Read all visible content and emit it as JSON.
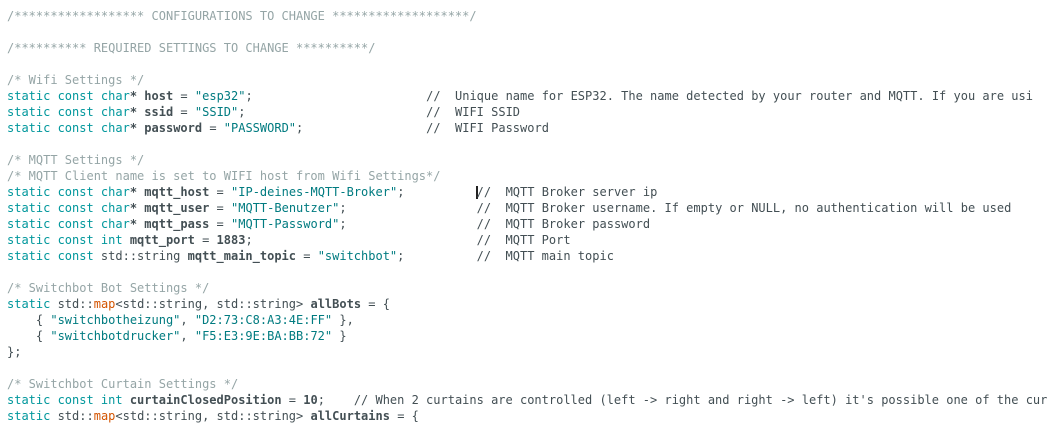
{
  "editor": {
    "colors": {
      "keyword": "#00979c",
      "string": "#007b80",
      "identifier": "#434f54",
      "plain": "#434f54",
      "comment_block": "#95a5a6",
      "comment_line": "#434f54",
      "map_keyword": "#d35400",
      "caret": "#222222"
    },
    "lines": [
      {
        "tokens": [
          [
            "cb",
            "/****************** CONFIGURATIONS TO CHANGE *******************/"
          ]
        ]
      },
      {
        "tokens": []
      },
      {
        "tokens": [
          [
            "cb",
            "/********** REQUIRED SETTINGS TO CHANGE **********/"
          ]
        ]
      },
      {
        "tokens": []
      },
      {
        "tokens": [
          [
            "cb",
            "/* Wifi Settings */"
          ]
        ]
      },
      {
        "tokens": [
          [
            "kw",
            "static const char"
          ],
          [
            "id",
            "*"
          ],
          [
            "pl",
            " "
          ],
          [
            "id",
            "host"
          ],
          [
            "pl",
            " = "
          ],
          [
            "st",
            "\"esp32\""
          ],
          [
            "pl",
            ";"
          ],
          [
            "pl",
            "                        "
          ],
          [
            "cl",
            "//  Unique name for ESP32. The name detected by your router and MQTT. If you are usi"
          ]
        ]
      },
      {
        "tokens": [
          [
            "kw",
            "static const char"
          ],
          [
            "id",
            "*"
          ],
          [
            "pl",
            " "
          ],
          [
            "id",
            "ssid"
          ],
          [
            "pl",
            " = "
          ],
          [
            "st",
            "\"SSID\""
          ],
          [
            "pl",
            ";"
          ],
          [
            "pl",
            "                         "
          ],
          [
            "cl",
            "//  WIFI SSID"
          ]
        ]
      },
      {
        "tokens": [
          [
            "kw",
            "static const char"
          ],
          [
            "id",
            "*"
          ],
          [
            "pl",
            " "
          ],
          [
            "id",
            "password"
          ],
          [
            "pl",
            " = "
          ],
          [
            "st",
            "\"PASSWORD\""
          ],
          [
            "pl",
            ";"
          ],
          [
            "pl",
            "                 "
          ],
          [
            "cl",
            "//  WIFI Password"
          ]
        ]
      },
      {
        "tokens": []
      },
      {
        "tokens": [
          [
            "cb",
            "/* MQTT Settings */"
          ]
        ]
      },
      {
        "tokens": [
          [
            "cb",
            "/* MQTT Client name is set to WIFI host from Wifi Settings*/"
          ]
        ]
      },
      {
        "tokens": [
          [
            "kw",
            "static const char"
          ],
          [
            "id",
            "*"
          ],
          [
            "pl",
            " "
          ],
          [
            "id",
            "mqtt_host"
          ],
          [
            "pl",
            " = "
          ],
          [
            "st",
            "\"IP-deines-MQTT-Broker\""
          ],
          [
            "pl",
            ";"
          ],
          [
            "pl",
            "          "
          ],
          [
            "caret",
            ""
          ],
          [
            "cl",
            "//  MQTT Broker server ip"
          ]
        ]
      },
      {
        "tokens": [
          [
            "kw",
            "static const char"
          ],
          [
            "id",
            "*"
          ],
          [
            "pl",
            " "
          ],
          [
            "id",
            "mqtt_user"
          ],
          [
            "pl",
            " = "
          ],
          [
            "st",
            "\"MQTT-Benutzer\""
          ],
          [
            "pl",
            ";"
          ],
          [
            "pl",
            "                  "
          ],
          [
            "cl",
            "//  MQTT Broker username. If empty or NULL, no authentication will be used"
          ]
        ]
      },
      {
        "tokens": [
          [
            "kw",
            "static const char"
          ],
          [
            "id",
            "*"
          ],
          [
            "pl",
            " "
          ],
          [
            "id",
            "mqtt_pass"
          ],
          [
            "pl",
            " = "
          ],
          [
            "st",
            "\"MQTT-Password\""
          ],
          [
            "pl",
            ";"
          ],
          [
            "pl",
            "                  "
          ],
          [
            "cl",
            "//  MQTT Broker password"
          ]
        ]
      },
      {
        "tokens": [
          [
            "kw",
            "static const int"
          ],
          [
            "pl",
            " "
          ],
          [
            "id",
            "mqtt_port"
          ],
          [
            "pl",
            " = "
          ],
          [
            "id",
            "1883"
          ],
          [
            "pl",
            ";"
          ],
          [
            "pl",
            "                               "
          ],
          [
            "cl",
            "//  MQTT Port"
          ]
        ]
      },
      {
        "tokens": [
          [
            "kw",
            "static const"
          ],
          [
            "pl",
            " std::string "
          ],
          [
            "id",
            "mqtt_main_topic"
          ],
          [
            "pl",
            " = "
          ],
          [
            "st",
            "\"switchbot\""
          ],
          [
            "pl",
            ";"
          ],
          [
            "pl",
            "          "
          ],
          [
            "cl",
            "//  MQTT main topic"
          ]
        ]
      },
      {
        "tokens": []
      },
      {
        "tokens": [
          [
            "cb",
            "/* Switchbot Bot Settings */"
          ]
        ]
      },
      {
        "tokens": [
          [
            "kw",
            "static"
          ],
          [
            "pl",
            " std::"
          ],
          [
            "or",
            "map"
          ],
          [
            "pl",
            "<std::string, std::string> "
          ],
          [
            "id",
            "allBots"
          ],
          [
            "pl",
            " = {"
          ]
        ]
      },
      {
        "tokens": [
          [
            "pl",
            "    { "
          ],
          [
            "st",
            "\"switchbotheizung\""
          ],
          [
            "pl",
            ", "
          ],
          [
            "st",
            "\"D2:73:C8:A3:4E:FF\""
          ],
          [
            "pl",
            " },"
          ]
        ]
      },
      {
        "tokens": [
          [
            "pl",
            "    { "
          ],
          [
            "st",
            "\"switchbotdrucker\""
          ],
          [
            "pl",
            ", "
          ],
          [
            "st",
            "\"F5:E3:9E:BA:BB:72\""
          ],
          [
            "pl",
            " }"
          ]
        ]
      },
      {
        "tokens": [
          [
            "pl",
            "};"
          ]
        ]
      },
      {
        "tokens": []
      },
      {
        "tokens": [
          [
            "cb",
            "/* Switchbot Curtain Settings */"
          ]
        ]
      },
      {
        "tokens": [
          [
            "kw",
            "static const int"
          ],
          [
            "pl",
            " "
          ],
          [
            "id",
            "curtainClosedPosition"
          ],
          [
            "pl",
            " = "
          ],
          [
            "id",
            "10"
          ],
          [
            "pl",
            ";    "
          ],
          [
            "cl",
            "// When 2 curtains are controlled (left -> right and right -> left) it's possible one of the cur"
          ]
        ]
      },
      {
        "tokens": [
          [
            "kw",
            "static"
          ],
          [
            "pl",
            " std::"
          ],
          [
            "or",
            "map"
          ],
          [
            "pl",
            "<std::string, std::string> "
          ],
          [
            "id",
            "allCurtains"
          ],
          [
            "pl",
            " = {"
          ]
        ]
      }
    ]
  }
}
